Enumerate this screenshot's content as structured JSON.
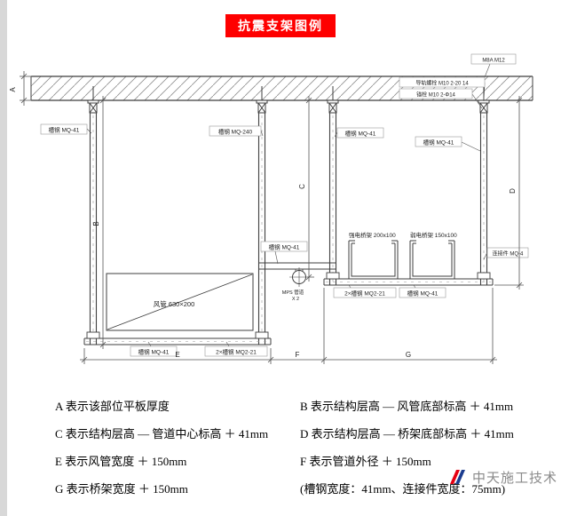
{
  "title": "抗震支架图例",
  "colors": {
    "title_bg": "#fe0000",
    "logo_red": "#e60012",
    "logo_blue": "#1b3c8f"
  },
  "drawing": {
    "top_labels": {
      "bolt_spec": "M8A M12",
      "rail_bolt": "导轨螺栓 M10 2-20 14",
      "anchor_bolt": "锚栓 M10 2-Φ14"
    },
    "member_labels": {
      "left_channel": "槽钢 MQ-41",
      "mid_channel": "槽钢 MQ-240",
      "right_inner_channel": "槽钢 MQ-41",
      "right_channel": "槽钢 MQ-41",
      "duct": "风管 630×200",
      "duct_bottom_channel": "槽钢 MQ-41",
      "duct_bottom_double": "2×槽钢 MQ2-21",
      "pipe_channel": "槽钢 MQ-41",
      "pipe_line1": "MPS 管道",
      "pipe_line2": "X 2",
      "tray_strong": "强电桥架 200x100",
      "tray_weak": "弱电桥架 150x100",
      "connector": "连接件 MQ-4",
      "tray_bottom_double": "2×槽钢 MQ2-21",
      "tray_bottom_channel": "槽钢 MQ-41"
    },
    "dims": {
      "a": "A",
      "b": "B",
      "c": "C",
      "d": "D",
      "e": "E",
      "f": "F",
      "g": "G"
    }
  },
  "notes": {
    "rows": [
      {
        "left": "A 表示该部位平板厚度",
        "right": "B 表示结构层高 — 风管底部标高 ＋ 41mm"
      },
      {
        "left": "C 表示结构层高 — 管道中心标高 ＋ 41mm",
        "right": "D 表示结构层高 — 桥架底部标高 ＋ 41mm"
      },
      {
        "left": "E 表示风管宽度 ＋ 150mm",
        "right": "F 表示管道外径 ＋ 150mm"
      },
      {
        "left": "G 表示桥架宽度 ＋ 150mm",
        "right": "(槽钢宽度：41mm、连接件宽度：75mm)"
      }
    ]
  },
  "watermark": {
    "text": "中天施工技术"
  }
}
